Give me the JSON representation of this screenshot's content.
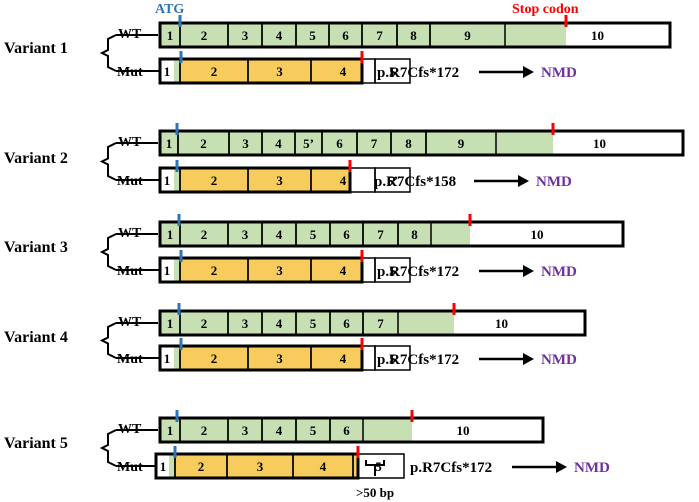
{
  "header": {
    "atg_label": "ATG",
    "stop_label": "Stop codon"
  },
  "colors": {
    "coding": "#c6e0b4",
    "mutant": "#f7cb5c",
    "utr": "#ffffff",
    "atg_marker": "#2e75b6",
    "stop_marker": "#ff0000",
    "start_label": "#2e75b6",
    "stop_label": "#ff0000",
    "nmd": "#7030a0",
    "ink": "#000000"
  },
  "variants": [
    {
      "name": "Variant 1",
      "wt_label": "WT",
      "mut_label": "Mut",
      "wt_exons": [
        "1",
        "2",
        "3",
        "4",
        "5",
        "6",
        "7",
        "8",
        "9",
        "10"
      ],
      "mut_exons": [
        "1",
        "2",
        "3",
        "4",
        "5"
      ],
      "protein_change": "p.R7Cfs*172",
      "outcome": "NMD"
    },
    {
      "name": "Variant 2",
      "wt_label": "WT",
      "mut_label": "Mut",
      "wt_exons": [
        "1",
        "2",
        "3",
        "4",
        "5’",
        "6",
        "7",
        "8",
        "9",
        "10"
      ],
      "mut_exons": [
        "1",
        "2",
        "3",
        "4",
        "5’"
      ],
      "protein_change": "p.R7Cfs*158",
      "outcome": "NMD"
    },
    {
      "name": "Variant 3",
      "wt_label": "WT",
      "mut_label": "Mut",
      "wt_exons": [
        "1",
        "2",
        "3",
        "4",
        "5",
        "6",
        "7",
        "8",
        "10"
      ],
      "mut_exons": [
        "1",
        "2",
        "3",
        "4",
        "5"
      ],
      "protein_change": "p.R7Cfs*172",
      "outcome": "NMD"
    },
    {
      "name": "Variant 4",
      "wt_label": "WT",
      "mut_label": "Mut",
      "wt_exons": [
        "1",
        "2",
        "3",
        "4",
        "5",
        "6",
        "7",
        "10"
      ],
      "mut_exons": [
        "1",
        "2",
        "3",
        "4",
        "5"
      ],
      "protein_change": "p.R7Cfs*172",
      "outcome": "NMD"
    },
    {
      "name": "Variant 5",
      "wt_label": "WT",
      "mut_label": "Mut",
      "wt_exons": [
        "1",
        "2",
        "3",
        "4",
        "5",
        "6",
        "10"
      ],
      "mut_exons": [
        "1",
        "2",
        "3",
        "4",
        "5"
      ],
      "protein_change": "p.R7Cfs*172",
      "outcome": "NMD",
      "gap_note": ">50 bp"
    }
  ]
}
